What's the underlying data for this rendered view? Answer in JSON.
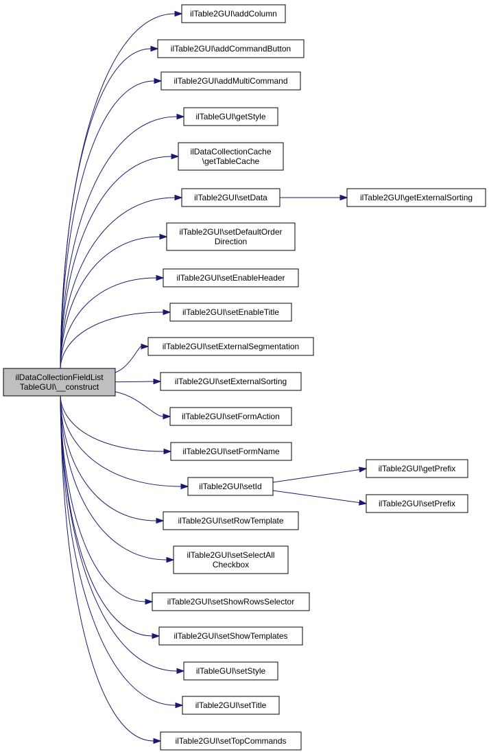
{
  "diagram": {
    "type": "call-graph",
    "root": {
      "id": "root",
      "label": [
        "ilDataCollectionFieldList",
        "TableGUI\\__construct"
      ]
    },
    "nodes": [
      {
        "id": "n1",
        "label": [
          "ilTable2GUI\\addColumn"
        ]
      },
      {
        "id": "n2",
        "label": [
          "ilTable2GUI\\addCommandButton"
        ]
      },
      {
        "id": "n3",
        "label": [
          "ilTable2GUI\\addMultiCommand"
        ]
      },
      {
        "id": "n4",
        "label": [
          "ilTableGUI\\getStyle"
        ]
      },
      {
        "id": "n5",
        "label": [
          "ilDataCollectionCache",
          "\\getTableCache"
        ]
      },
      {
        "id": "n6",
        "label": [
          "ilTable2GUI\\setData"
        ]
      },
      {
        "id": "n7",
        "label": [
          "ilTable2GUI\\setDefaultOrder",
          "Direction"
        ]
      },
      {
        "id": "n8",
        "label": [
          "ilTable2GUI\\setEnableHeader"
        ]
      },
      {
        "id": "n9",
        "label": [
          "ilTable2GUI\\setEnableTitle"
        ]
      },
      {
        "id": "n10",
        "label": [
          "ilTable2GUI\\setExternalSegmentation"
        ]
      },
      {
        "id": "n11",
        "label": [
          "ilTable2GUI\\setExternalSorting"
        ]
      },
      {
        "id": "n12",
        "label": [
          "ilTable2GUI\\setFormAction"
        ]
      },
      {
        "id": "n13",
        "label": [
          "ilTable2GUI\\setFormName"
        ]
      },
      {
        "id": "n14",
        "label": [
          "ilTable2GUI\\setId"
        ]
      },
      {
        "id": "n15",
        "label": [
          "ilTable2GUI\\setRowTemplate"
        ]
      },
      {
        "id": "n16",
        "label": [
          "ilTable2GUI\\setSelectAll",
          "Checkbox"
        ]
      },
      {
        "id": "n17",
        "label": [
          "ilTable2GUI\\setShowRowsSelector"
        ]
      },
      {
        "id": "n18",
        "label": [
          "ilTable2GUI\\setShowTemplates"
        ]
      },
      {
        "id": "n19",
        "label": [
          "ilTableGUI\\setStyle"
        ]
      },
      {
        "id": "n20",
        "label": [
          "ilTable2GUI\\setTitle"
        ]
      },
      {
        "id": "n21",
        "label": [
          "ilTable2GUI\\setTopCommands"
        ]
      },
      {
        "id": "n22",
        "label": [
          "ilTable2GUI\\getExternalSorting"
        ]
      },
      {
        "id": "n23",
        "label": [
          "ilTable2GUI\\getPrefix"
        ]
      },
      {
        "id": "n24",
        "label": [
          "ilTable2GUI\\setPrefix"
        ]
      }
    ],
    "edges": [
      {
        "from": "root",
        "to": "n1"
      },
      {
        "from": "root",
        "to": "n2"
      },
      {
        "from": "root",
        "to": "n3"
      },
      {
        "from": "root",
        "to": "n4"
      },
      {
        "from": "root",
        "to": "n5"
      },
      {
        "from": "root",
        "to": "n6"
      },
      {
        "from": "root",
        "to": "n7"
      },
      {
        "from": "root",
        "to": "n8"
      },
      {
        "from": "root",
        "to": "n9"
      },
      {
        "from": "root",
        "to": "n10"
      },
      {
        "from": "root",
        "to": "n11"
      },
      {
        "from": "root",
        "to": "n12"
      },
      {
        "from": "root",
        "to": "n13"
      },
      {
        "from": "root",
        "to": "n14"
      },
      {
        "from": "root",
        "to": "n15"
      },
      {
        "from": "root",
        "to": "n16"
      },
      {
        "from": "root",
        "to": "n17"
      },
      {
        "from": "root",
        "to": "n18"
      },
      {
        "from": "root",
        "to": "n19"
      },
      {
        "from": "root",
        "to": "n20"
      },
      {
        "from": "root",
        "to": "n21"
      },
      {
        "from": "n6",
        "to": "n22"
      },
      {
        "from": "n14",
        "to": "n23"
      },
      {
        "from": "n14",
        "to": "n24"
      }
    ],
    "colors": {
      "edge": "#191970",
      "node_border": "#000000",
      "node_fill": "#ffffff",
      "root_fill": "#bfbfbf",
      "text": "#000000"
    }
  }
}
